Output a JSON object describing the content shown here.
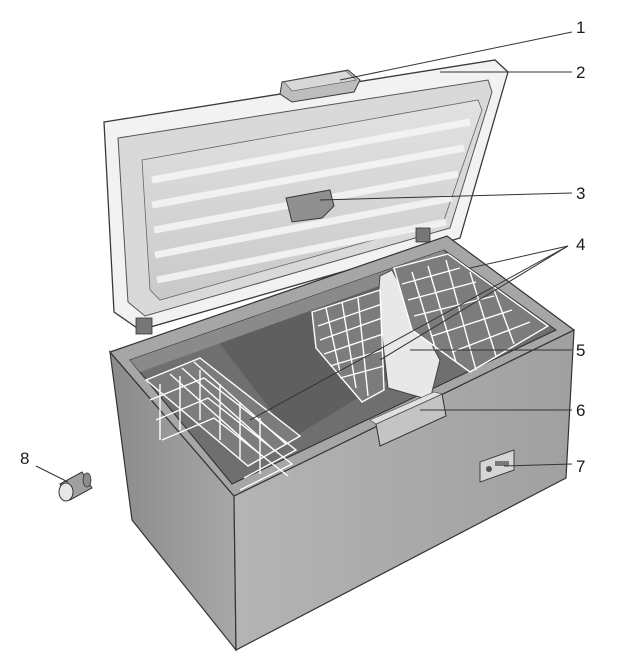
{
  "diagram": {
    "callouts": [
      {
        "id": "1",
        "label": "1"
      },
      {
        "id": "2",
        "label": "2"
      },
      {
        "id": "3",
        "label": "3"
      },
      {
        "id": "4",
        "label": "4"
      },
      {
        "id": "5",
        "label": "5"
      },
      {
        "id": "6",
        "label": "6"
      },
      {
        "id": "7",
        "label": "7"
      },
      {
        "id": "8",
        "label": "8"
      }
    ],
    "colors": {
      "body": "#9c9c9c",
      "body_light": "#b8b8b8",
      "lid_outer": "#f0f0f0",
      "lid_liner": "#d0d0d0",
      "interior": "#6e6e6e",
      "basket_wire": "#ffffff",
      "outline": "#3a3a3a"
    }
  }
}
